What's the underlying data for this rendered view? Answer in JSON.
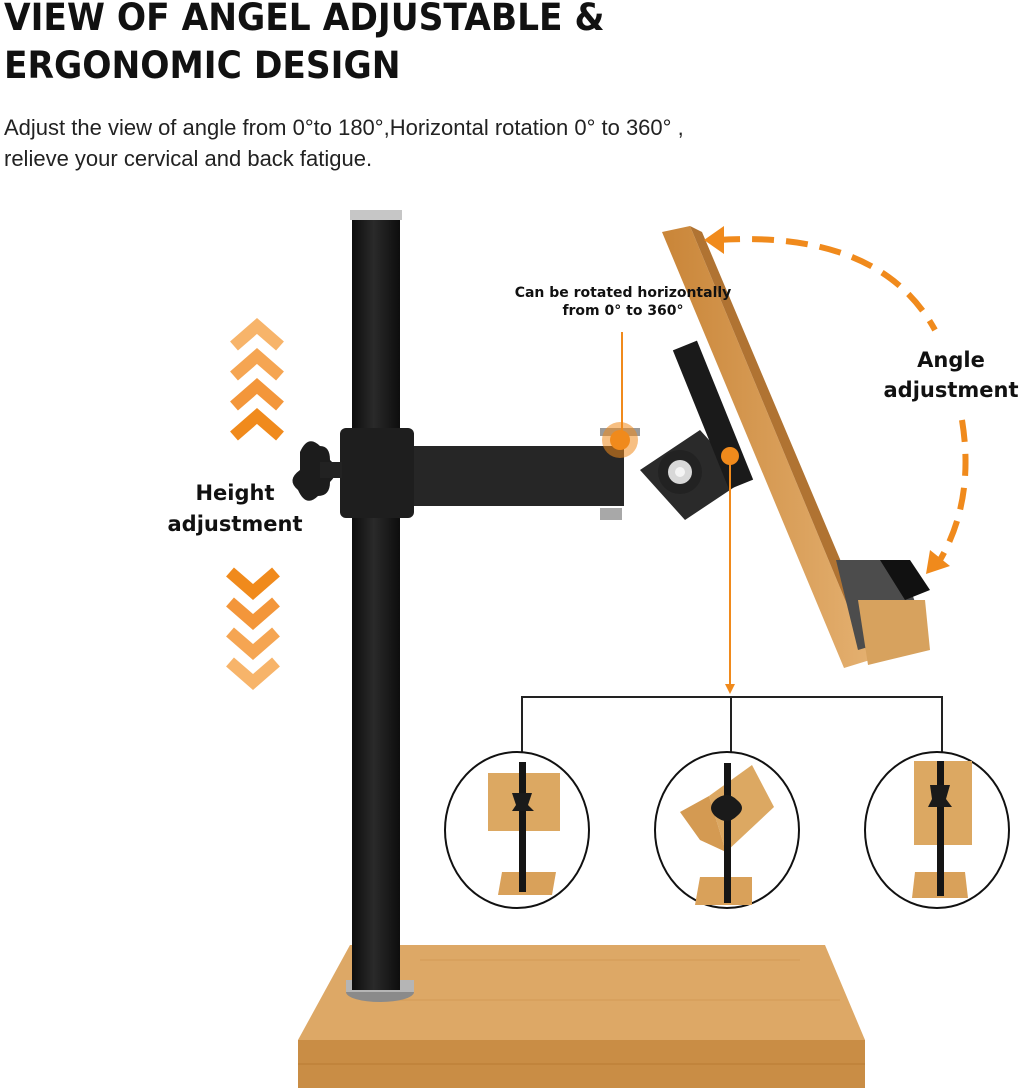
{
  "header": {
    "title_line1": "VIEW OF ANGEL ADJUSTABLE &",
    "title_line2": "ERGONOMIC DESIGN",
    "subtitle_line1": "Adjust the view of angle from 0°to 180°,Horizontal rotation 0° to 360° ,",
    "subtitle_line2": "relieve your cervical and back fatigue."
  },
  "callouts": {
    "rotation_line1": "Can be rotated horizontally",
    "rotation_line2": "from 0° to 360°",
    "angle_line1": "Angle",
    "angle_line2": "adjustment",
    "height_line1": "Height",
    "height_line2": "adjustment"
  },
  "icons": {
    "height_up": "chevron-up-icon",
    "height_down": "chevron-down-icon",
    "angle_arc": "dashed-curved-arrow-icon"
  },
  "variants": [
    {
      "name": "landscape",
      "rotation_deg": 0
    },
    {
      "name": "tilted",
      "rotation_deg": 45
    },
    {
      "name": "portrait",
      "rotation_deg": 90
    }
  ],
  "colors": {
    "accent_orange": "#F08A1C",
    "pole_black": "#1b1b1b",
    "bamboo": "#D9A15A",
    "bamboo_dark": "#B97A34",
    "text": "#111111"
  }
}
